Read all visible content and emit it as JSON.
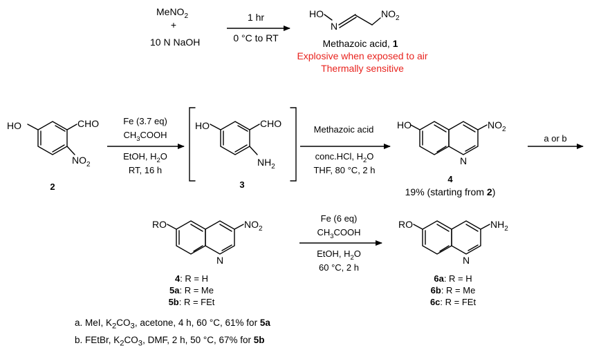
{
  "top": {
    "reagent1": "MeNO",
    "reagent1_sub": "2",
    "plus": "+",
    "reagent2": "10 N NaOH",
    "cond_above": "1 hr",
    "cond_below": "0 °C to RT",
    "product_ho": "HO",
    "product_n": "N",
    "product_no2": "NO",
    "product_no2_sub": "2",
    "product_name": "Methazoic acid, ",
    "product_number": "1",
    "warning1": "Explosive when exposed to air",
    "warning2": "Thermally sensitive",
    "warning_color": "#e8231e"
  },
  "step1": {
    "reactant_ho": "HO",
    "reactant_cho": "CHO",
    "reactant_no2": "NO",
    "reactant_no2_sub": "2",
    "reactant_label": "2",
    "cond1_a": "Fe (3.7 eq)",
    "cond1_b": "CH",
    "cond1_b_sub": "3",
    "cond1_b_rest": "COOH",
    "cond1_c": "EtOH, H",
    "cond1_c_sub": "2",
    "cond1_c_rest": "O",
    "cond1_d": "RT, 16 h",
    "intermediate_ho": "HO",
    "intermediate_cho": "CHO",
    "intermediate_nh2": "NH",
    "intermediate_nh2_sub": "2",
    "intermediate_label": "3",
    "cond2_a": "Methazoic acid",
    "cond2_b": "conc.HCl, H",
    "cond2_b_sub": "2",
    "cond2_b_rest": "O",
    "cond2_c": "THF, 80 °C, 2 h",
    "product_ho": "HO",
    "product_no2": "NO",
    "product_no2_sub": "2",
    "product_n": "N",
    "product_label": "4",
    "yield_text": "19% (starting from ",
    "yield_ref": "2",
    "yield_close": ")",
    "next_cond": "a or b"
  },
  "step2": {
    "reactant_ro": "RO",
    "reactant_no2": "NO",
    "reactant_no2_sub": "2",
    "reactant_n": "N",
    "labels": [
      {
        "num": "4",
        "text": ": R = H"
      },
      {
        "num": "5a",
        "text": ": R = Me"
      },
      {
        "num": "5b",
        "text": ": R = FEt"
      }
    ],
    "cond_a": "Fe (6 eq)",
    "cond_b": "CH",
    "cond_b_sub": "3",
    "cond_b_rest": "COOH",
    "cond_c": "EtOH, H",
    "cond_c_sub": "2",
    "cond_c_rest": "O",
    "cond_d": "60 °C, 2 h",
    "product_ro": "RO",
    "product_nh2": "NH",
    "product_nh2_sub": "2",
    "product_n": "N",
    "product_labels": [
      {
        "num": "6a",
        "text": ": R = H"
      },
      {
        "num": "6b",
        "text": ": R = Me"
      },
      {
        "num": "6c",
        "text": ": R = FEt"
      }
    ]
  },
  "notes": {
    "a_pre": "a. MeI, K",
    "a_sub": "2",
    "a_mid": "CO",
    "a_sub2": "3",
    "a_rest": ", acetone, 4 h, 60 °C, 61% for ",
    "a_ref": "5a",
    "b_pre": "b. FEtBr, K",
    "b_sub": "2",
    "b_mid": "CO",
    "b_sub2": "3",
    "b_rest": ", DMF, 2 h, 50 °C, 67% for ",
    "b_ref": "5b"
  }
}
